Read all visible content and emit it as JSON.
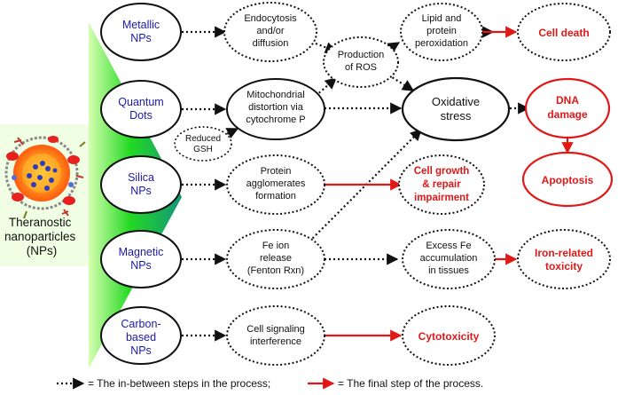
{
  "theranostic_label": [
    "Theranostic",
    "nanoparticles",
    "(NPs)"
  ],
  "np_types": [
    {
      "id": "metallic",
      "lines": [
        "Metallic",
        "NPs"
      ]
    },
    {
      "id": "quantum",
      "lines": [
        "Quantum",
        "Dots"
      ]
    },
    {
      "id": "silica",
      "lines": [
        "Silica",
        "NPs"
      ]
    },
    {
      "id": "magnetic",
      "lines": [
        "Magnetic",
        "NPs"
      ]
    },
    {
      "id": "carbon",
      "lines": [
        "Carbon-",
        "based",
        "NPs"
      ]
    }
  ],
  "mechanisms": [
    {
      "id": "endocytosis",
      "lines": [
        "Endocytosis",
        "and/or",
        "diffusion"
      ]
    },
    {
      "id": "mito",
      "lines": [
        "Mitochondrial",
        "distortion via",
        "cytochrome P"
      ]
    },
    {
      "id": "gsh",
      "lines": [
        "Reduced",
        "GSH"
      ]
    },
    {
      "id": "protein-agg",
      "lines": [
        "Protein",
        "agglomerates",
        "formation"
      ]
    },
    {
      "id": "fe-release",
      "lines": [
        "Fe ion",
        "release",
        "(Fenton Rxn)"
      ]
    },
    {
      "id": "signaling",
      "lines": [
        "Cell signaling",
        "interference"
      ]
    },
    {
      "id": "ros",
      "lines": [
        "Production",
        "of ROS"
      ]
    },
    {
      "id": "lipid",
      "lines": [
        "Lipid and",
        "protein",
        "peroxidation"
      ]
    },
    {
      "id": "fe-accum",
      "lines": [
        "Excess Fe",
        "accumulation",
        "in tissues"
      ]
    }
  ],
  "oxidative": {
    "id": "oxidative",
    "lines": [
      "Oxidative",
      "stress"
    ]
  },
  "outcomes": [
    {
      "id": "cell-death",
      "lines": [
        "Cell death"
      ]
    },
    {
      "id": "dna",
      "lines": [
        "DNA",
        "damage"
      ]
    },
    {
      "id": "apoptosis",
      "lines": [
        "Apoptosis"
      ]
    },
    {
      "id": "growth",
      "lines": [
        "Cell growth",
        "& repair",
        "impairment"
      ]
    },
    {
      "id": "iron",
      "lines": [
        "Iron-related",
        "toxicity"
      ]
    },
    {
      "id": "cyto",
      "lines": [
        "Cytotoxicity"
      ]
    }
  ],
  "legend": {
    "dotted": "= The in-between steps in the process;",
    "red": "= The final step of the process."
  },
  "colors": {
    "np_text": "#1a1aa8",
    "red": "#e01818",
    "wedge_light": "#c8ff9a",
    "wedge_green": "#22d922",
    "wedge_dark": "#0f8f7a"
  }
}
